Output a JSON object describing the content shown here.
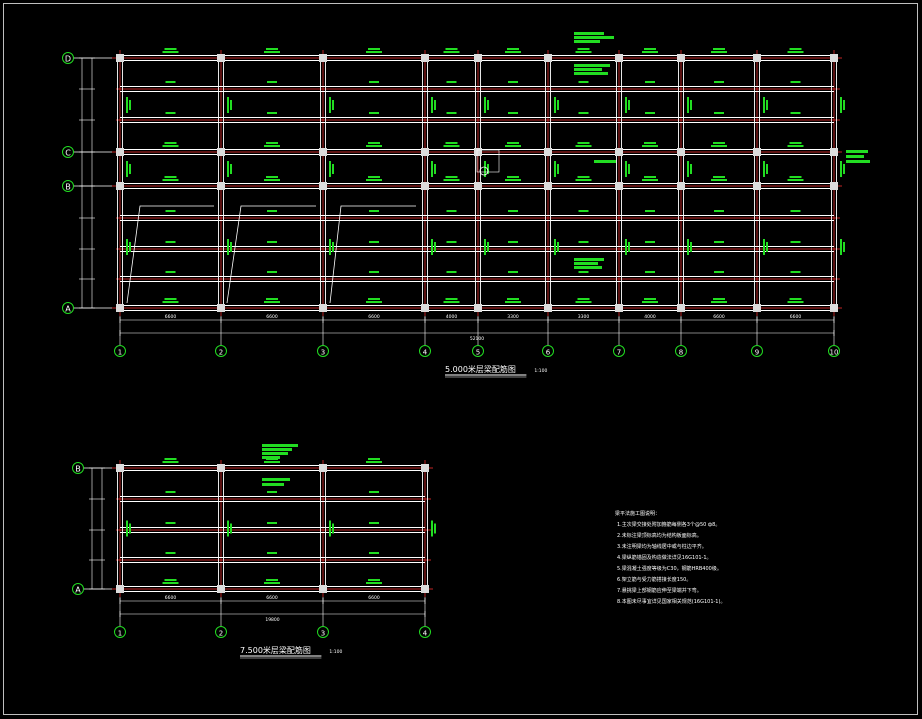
{
  "colors": {
    "background": "#000000",
    "beam": "#ffffff",
    "axis": "#ff3030",
    "annotation": "#22dd22",
    "dimension": "#ffffff",
    "bubble": "#22dd22",
    "column": "#dcdcdc"
  },
  "plan_top": {
    "title": "5.000米层梁配筋图",
    "scale": "1:100",
    "col_axes": [
      "1",
      "2",
      "3",
      "4",
      "5",
      "6",
      "7",
      "8",
      "9",
      "10"
    ],
    "row_axes": [
      "D",
      "C",
      "B",
      "A"
    ],
    "bay_dims": [
      "6600",
      "6600",
      "6600",
      "4000",
      "3300",
      "3300",
      "4000",
      "6600",
      "6600"
    ],
    "total_dim": "52100"
  },
  "plan_bottom": {
    "title": "7.500米层梁配筋图",
    "scale": "1:100",
    "col_axes": [
      "1",
      "2",
      "3",
      "4"
    ],
    "row_axes": [
      "B",
      "A"
    ],
    "bay_dims": [
      "6600",
      "6600",
      "6600"
    ],
    "total_dim": "19800"
  },
  "notes": {
    "heading": "梁平法施工图说明：",
    "lines": [
      "1.主次梁交接处附加箍筋每侧各3个@50 ф8。",
      "2.未标注梁顶标高均为结构板面标高。",
      "3.未注明梁均为轴线居中或与柱边平齐。",
      "4.梁纵筋锚固及构造做法详见16G101-1。",
      "5.梁混凝土强度等级为C30，钢筋HRB400级。",
      "6.架立筋与受力筋搭接长度150。",
      "7.悬挑梁上部钢筋应伸至梁端并下弯。",
      "8.本图未尽事宜详见国家相关规范(16G101-1)。"
    ]
  }
}
